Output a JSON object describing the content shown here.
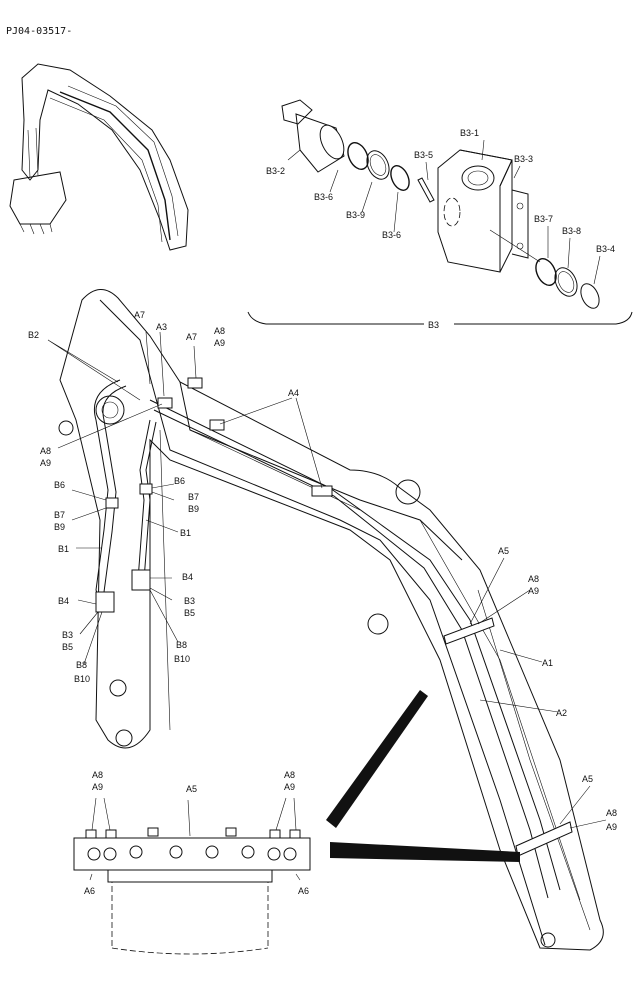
{
  "header": {
    "code": "PJ04-03517-"
  },
  "group_label": "B3",
  "labels": [
    "B3-1",
    "B3-2",
    "B3-3",
    "B3-4",
    "B3-5",
    "B3-6",
    "B3-6",
    "B3-7",
    "B3-8",
    "B3-9",
    "A1",
    "A2",
    "A3",
    "A4",
    "A5",
    "A5",
    "A5",
    "A6",
    "A6",
    "A7",
    "A7",
    "A8",
    "A9",
    "A8",
    "A9",
    "A8",
    "A9",
    "A8",
    "A9",
    "A8",
    "A9",
    "A8",
    "A9",
    "B1",
    "B1",
    "B2",
    "B3",
    "B3",
    "B4",
    "B4",
    "B5",
    "B5",
    "B6",
    "B6",
    "B7",
    "B9",
    "B7",
    "B9",
    "B8",
    "B8",
    "B10",
    "B10"
  ]
}
